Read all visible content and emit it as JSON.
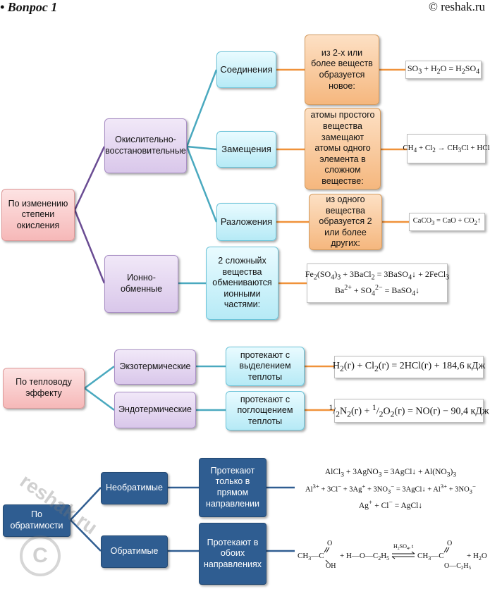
{
  "header": {
    "left": "• Вопрос 1",
    "right": "© reshak.ru"
  },
  "section1": {
    "root": "По изменению степени окисления",
    "redox": "Окислительно-восстановительные",
    "ionic": "Ионно-обменные",
    "combination": "Соединения",
    "substitution": "Замещения",
    "decomposition": "Разложения",
    "combination_desc": "из 2-х или более веществ образуется новое:",
    "substitution_desc": "атомы простого вещества замещают атомы одного элемента в сложном веществе:",
    "decomposition_desc": "из одного вещества образуется 2 или более других:",
    "ionic_desc": "2 сложныйх вещества обмениваются ионными частями:",
    "f_combination": "SO3 + H2O = H2SO4",
    "f_substitution": "CH4 + Cl2 → CH3Cl + HCl",
    "f_decomposition": "CaCO3 = CaO + CO2↑",
    "f_ionic_1": "Fe2(SO4)3 + 3BaCl2 = 3BaSO4↓ + 2FeCl3",
    "f_ionic_2": "Ba2+ + SO42− = BaSO4↓"
  },
  "section2": {
    "root": "По тепловоду эффекту",
    "exo": "Экзотермические",
    "endo": "Эндотермические",
    "exo_desc": "протекают с выделением теплоты",
    "endo_desc": "протекают с поглощением теплоты",
    "f_exo": "H2(г) + Cl2(г) = 2HCl(г) + 184,6 кДж",
    "f_endo": "1/2N2(г) + 1/2O2(г) = NO(г) − 90,4 кДж"
  },
  "section3": {
    "root": "По обратимости",
    "irreversible": "Необратимые",
    "reversible": "Обратимые",
    "irreversible_desc": "Протекают только в прямом направлении",
    "reversible_desc": "Протекают в обоих направлениях",
    "f_irr_1": "AlCl3 + 3AgNO3 = 3AgCl↓ + Al(NO3)3",
    "f_irr_2": "Al3+ + 3Cl− + 3Ag+ + 3NO3− = 3AgCl↓ + Al3+ + 3NO3−",
    "f_irr_3": "Ag+ + Cl− = AgCl↓",
    "f_rev": "CH3–C(=O)–OH + H–O–C2H5 ⇄ CH3–C(=O)–O–C2H5 + H2O"
  },
  "watermark": "reshak.ru",
  "colors": {
    "violet_line": "#6a4c93",
    "cyan_line": "#4aa9bf",
    "orange_line": "#f0923a",
    "blue_line": "#2f5d91"
  }
}
